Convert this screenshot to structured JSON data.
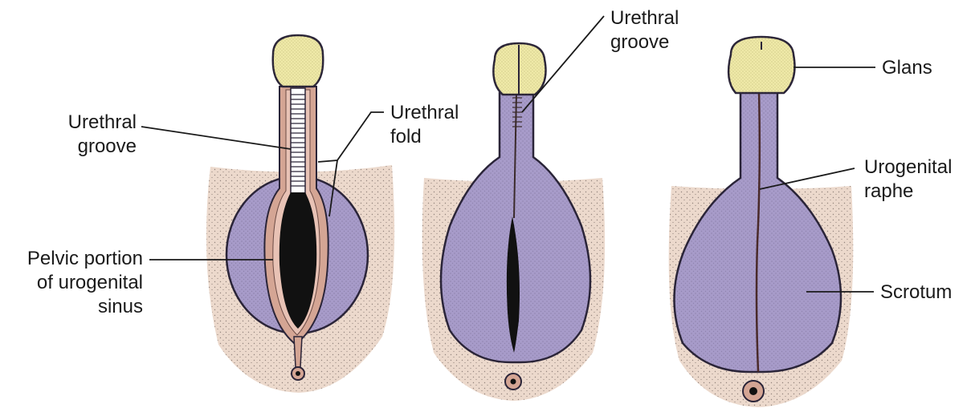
{
  "colors": {
    "background": "#ffffff",
    "skin": "#ecd9cc",
    "scrotum": "#a79bc9",
    "scrotum_dark": "#7b6fa2",
    "glans": "#efe9a8",
    "urethral_fold": "#d4a594",
    "sinus": "#111111",
    "leader_line": "#1a1a1a"
  },
  "panels": [
    {
      "id": "early",
      "labels": {
        "urethral_groove": "Urethral\ngroove",
        "urethral_fold": "Urethral\nfold",
        "pelvic_portion": "Pelvic portion\nof urogenital\nsinus"
      }
    },
    {
      "id": "middle",
      "labels": {
        "urethral_groove": "Urethral\ngroove"
      }
    },
    {
      "id": "late",
      "labels": {
        "glans": "Glans",
        "urogenital_raphe": "Urogenital\nraphe",
        "scrotum": "Scrotum"
      }
    }
  ]
}
